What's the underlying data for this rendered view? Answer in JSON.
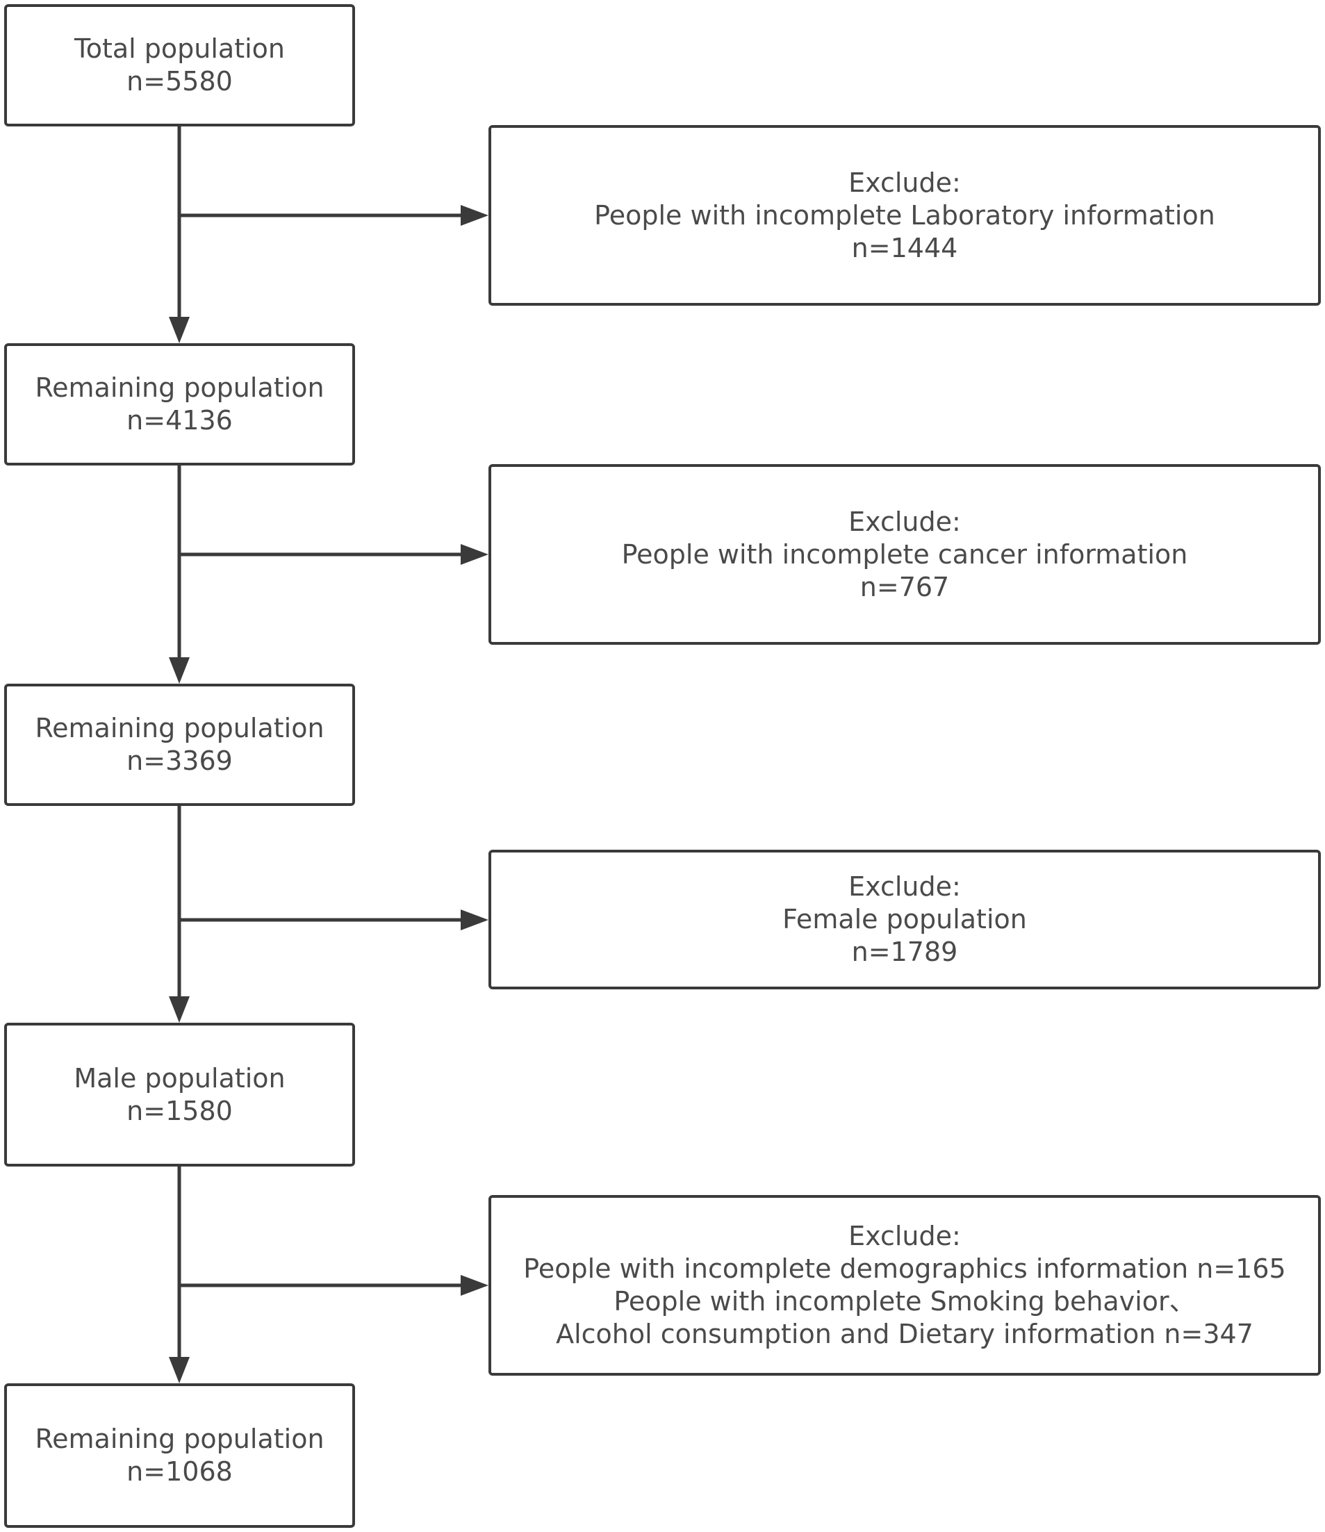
{
  "flowchart": {
    "main": [
      {
        "label": "Total population",
        "count": "n=5580"
      },
      {
        "label": "Remaining population",
        "count": "n=4136"
      },
      {
        "label": "Remaining population",
        "count": "n=3369"
      },
      {
        "label": "Male population",
        "count": "n=1580"
      },
      {
        "label": "Remaining population",
        "count": "n=1068"
      }
    ],
    "exclusions": [
      {
        "heading": "Exclude:",
        "lines": [
          "People with incomplete Laboratory information",
          "n=1444"
        ]
      },
      {
        "heading": "Exclude:",
        "lines": [
          "People with incomplete cancer information",
          "n=767"
        ]
      },
      {
        "heading": "Exclude:",
        "lines": [
          "Female population",
          "n=1789"
        ]
      },
      {
        "heading": "Exclude:",
        "lines": [
          "People with incomplete demographics information n=165",
          "People with incomplete Smoking behavior、",
          "Alcohol consumption and Dietary information n=347"
        ]
      }
    ]
  },
  "colors": {
    "line": "#3a3a3a",
    "text": "#4a4a4a",
    "background": "#ffffff"
  }
}
